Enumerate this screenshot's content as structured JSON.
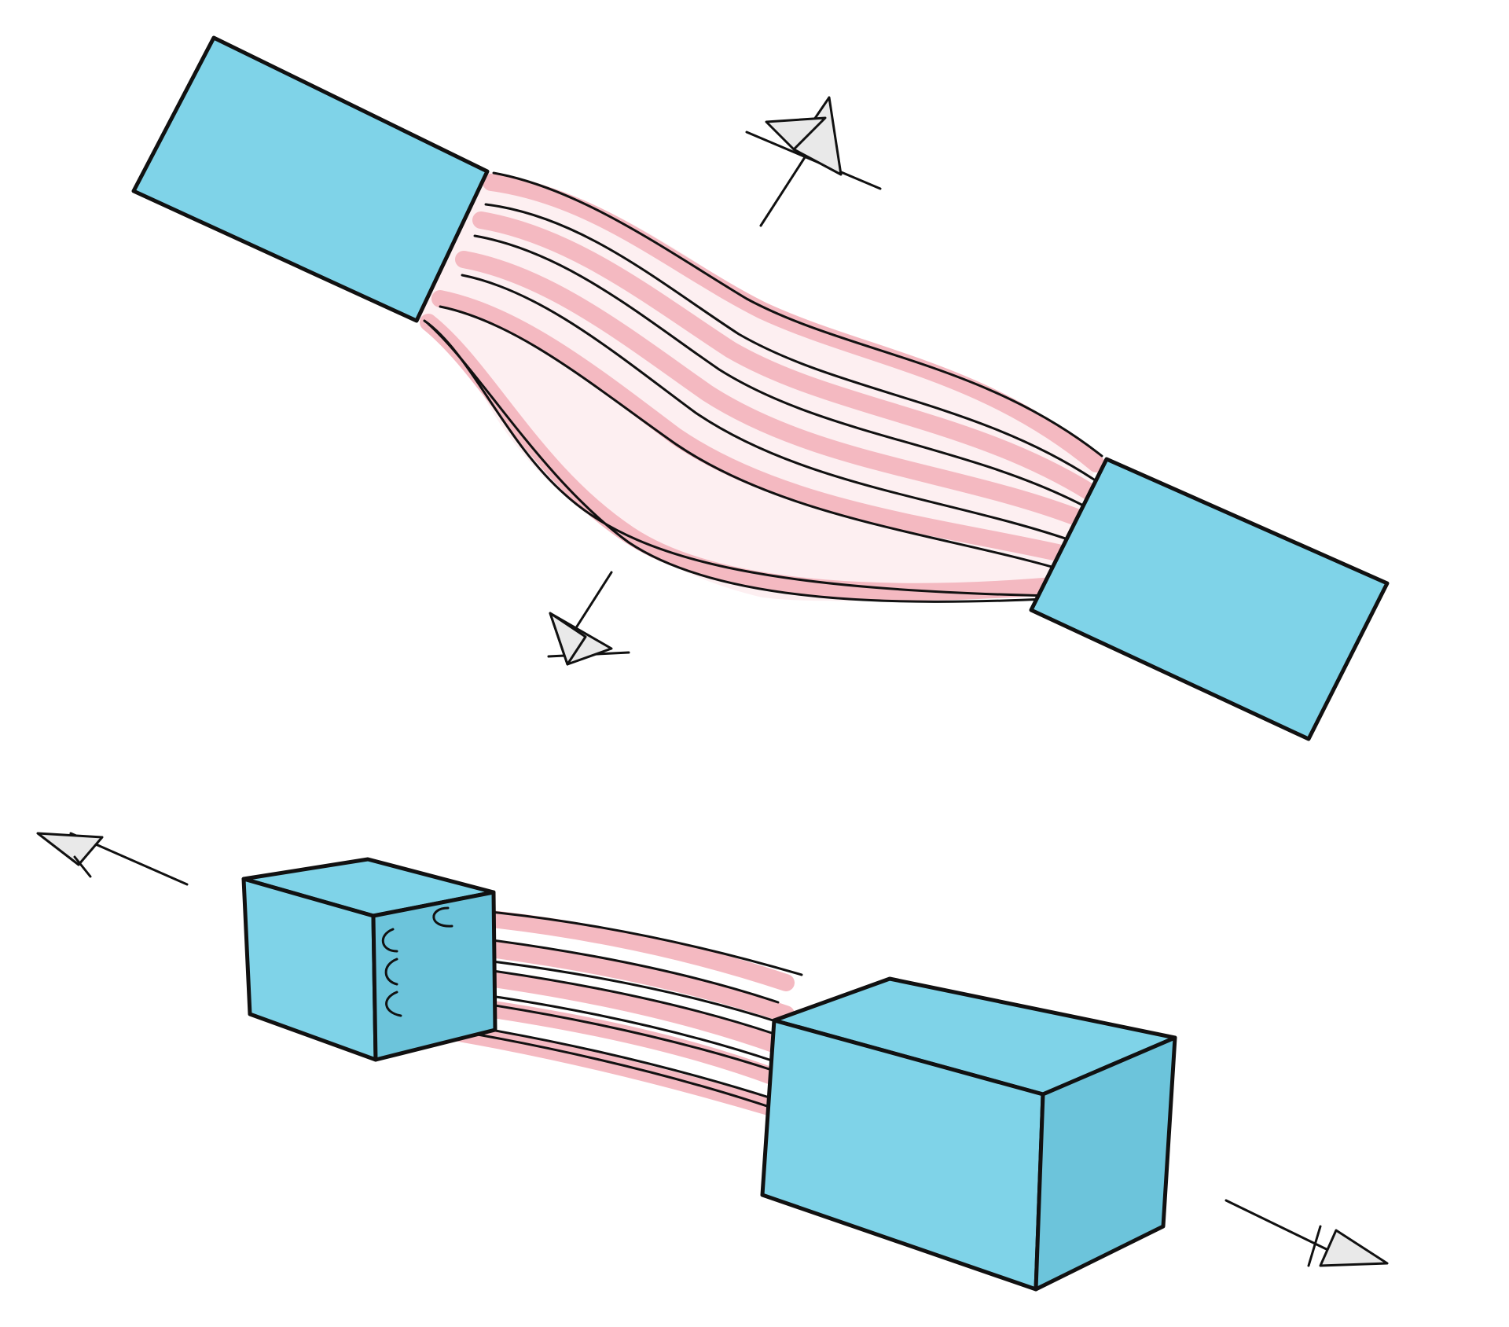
{
  "colors": {
    "block_fill": "#7fd3e8",
    "block_fill_dark": "#6cc4db",
    "tissue_fill": "#fdeff1",
    "fiber_pink": "#f4b9c1",
    "ink": "#111111",
    "arrowhead_fill": "#e9e9e9"
  },
  "panels": [
    {
      "id": "shear",
      "description_icon": "shear-deformation-diagram",
      "arrows": [
        "arrow-up-right-icon",
        "arrow-down-left-icon"
      ]
    },
    {
      "id": "tension",
      "description_icon": "tension-deformation-diagram",
      "arrows": [
        "arrow-left-icon",
        "arrow-right-icon"
      ]
    }
  ]
}
